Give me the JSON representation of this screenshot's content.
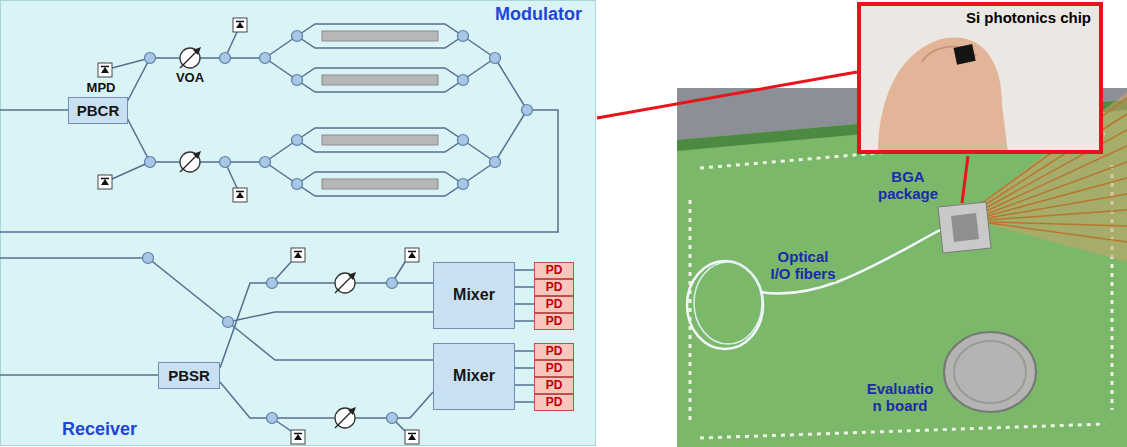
{
  "diagram": {
    "nodes": [
      {
        "text": [
          "Modulator",
          "Receiver"
        ]
      },
      {
        "text": [
          "PBCR"
        ],
        "in": 0
      },
      {
        "text": [
          "Mixer"
        ],
        "in": 0
      },
      {
        "text": [
          "PD"
        ],
        "in": 0
      },
      {
        "text": [
          "PD"
        ],
        "in": 0
      },
      {
        "text": [
          "PD"
        ],
        "in": 0
      },
      {
        "text": [
          "PD"
        ],
        "in": 0
      },
      {
        "text": [
          "PBSR"
        ],
        "in": 0
      },
      {
        "text": [
          "Mixer"
        ],
        "in": 0
      },
      {
        "text": [
          "PD"
        ],
        "in": 0
      },
      {
        "text": [
          "PD"
        ],
        "in": 0
      },
      {
        "text": [
          "PD"
        ],
        "in": 0
      },
      {
        "text": [
          "PD"
        ],
        "in": 0
      },
      {
        "text": [
          "Si photonics chip"
        ]
      }
    ],
    "edges": [
      {
        "from": 7,
        "to": 2,
        "arrow": "none"
      },
      {
        "from": 7,
        "to": 8,
        "arrow": "none"
      },
      {
        "from": 2,
        "to": 3,
        "arrow": "none"
      },
      {
        "from": 2,
        "to": 4,
        "arrow": "none"
      },
      {
        "from": 2,
        "to": 5,
        "arrow": "none"
      },
      {
        "from": 2,
        "to": 6,
        "arrow": "none"
      },
      {
        "from": 8,
        "to": 9,
        "arrow": "none"
      },
      {
        "from": 8,
        "to": 10,
        "arrow": "none"
      },
      {
        "from": 8,
        "to": 11,
        "arrow": "none"
      },
      {
        "from": 8,
        "to": 12,
        "arrow": "none"
      }
    ],
    "labels": [
      "MPD",
      "VOA",
      "BGA package",
      "Optical I/O fibers",
      "Evaluatio n board"
    ]
  }
}
